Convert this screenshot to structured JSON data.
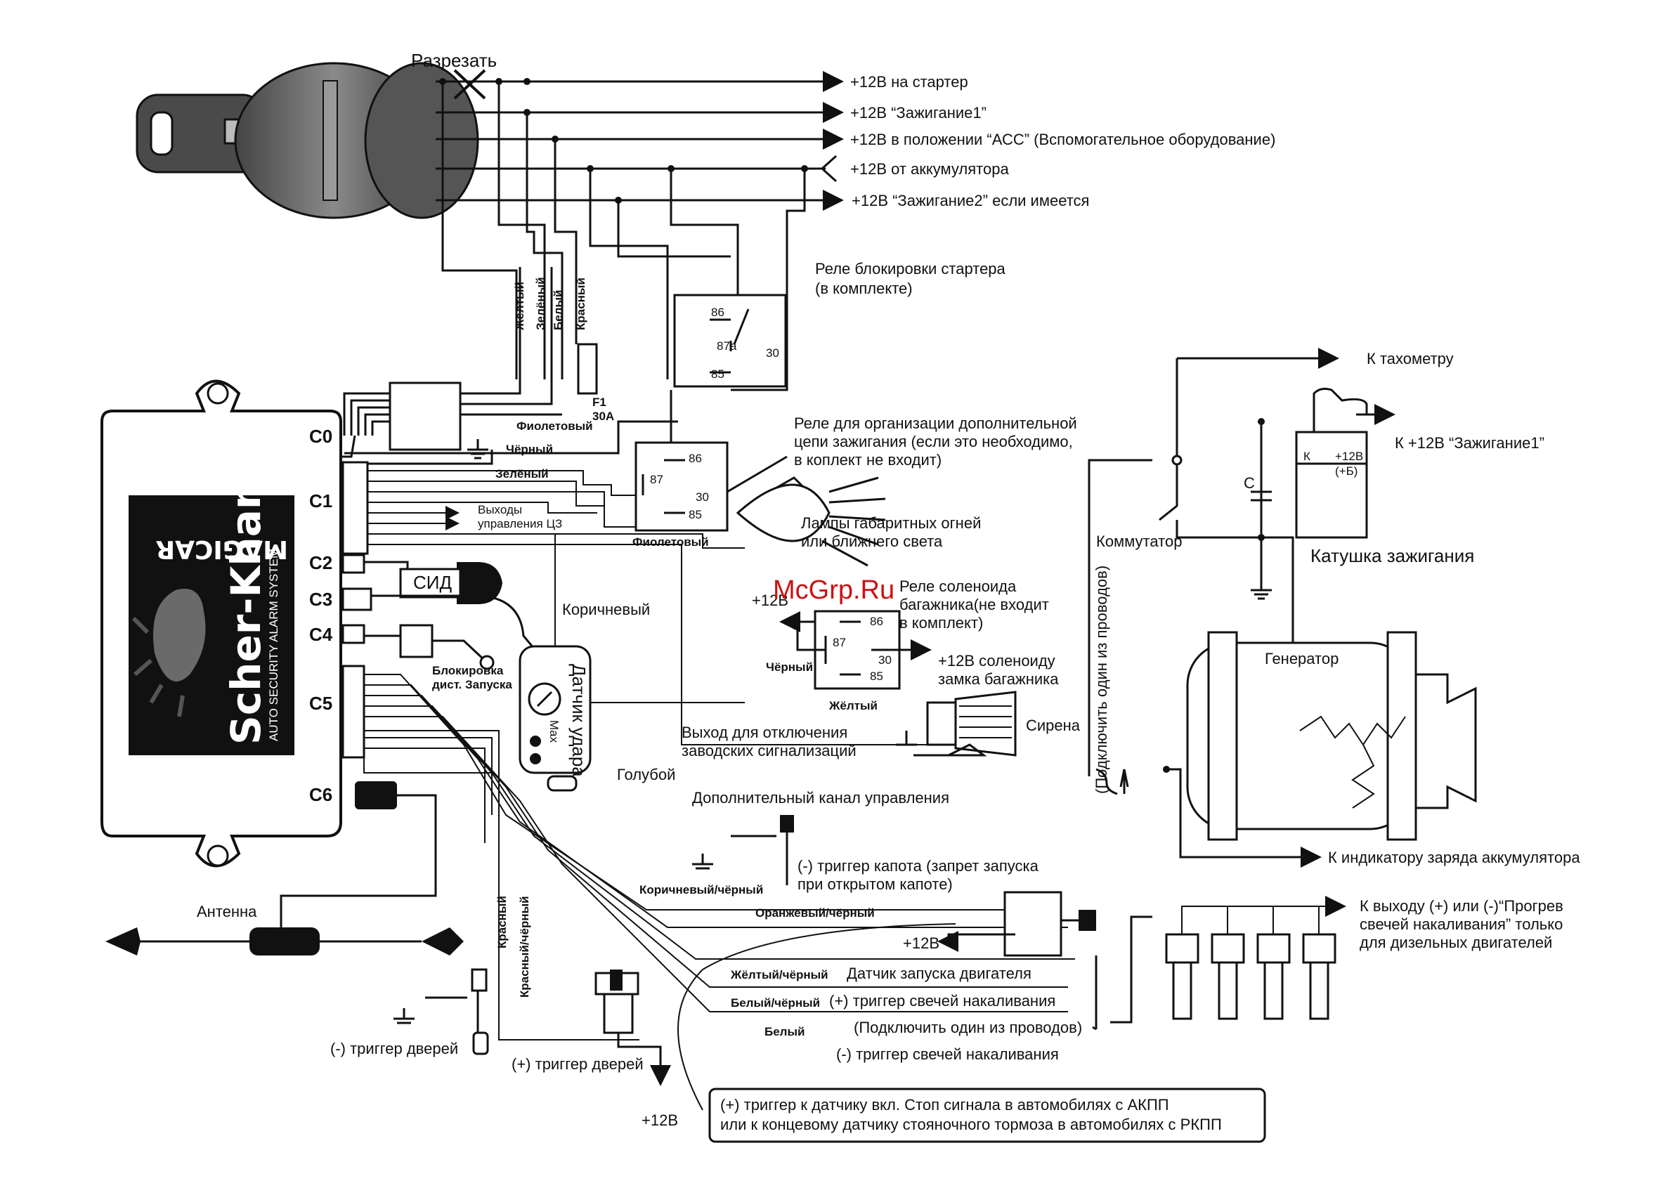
{
  "watermark": "McGrp.Ru",
  "top_outputs": {
    "cut": "Разрезать",
    "starter": "+12В на стартер",
    "ign1": "+12В “Зажигание1”",
    "acc": "+12В в положении “АСС” (Вспомогательное оборудование)",
    "battery": "+12В от аккумулятора",
    "ign2": "+12В “Зажигание2” если имеется"
  },
  "ignition_wires": {
    "yellow": "Жёлтый",
    "green": "Зелёный",
    "white": "Белый",
    "red": "Красный"
  },
  "fuse": {
    "name": "F1",
    "rating": "30A"
  },
  "starter_relay": {
    "title1": "Реле блокировки стартера",
    "title2": "(в комплекте)",
    "p86": "86",
    "p87a": "87a",
    "p30": "30",
    "p85": "85"
  },
  "ign_relay": {
    "title1": "Реле для организации дополнительной",
    "title2": "цепи зажигания (если это необходимо,",
    "title3": "в коплект не входит)",
    "p86": "86",
    "p87": "87",
    "p30": "30",
    "p85": "85"
  },
  "unit": {
    "brand": "Scher-Khan",
    "model": "MAGICAR",
    "tagline": "AUTO SECURITY ALARM SYSTEM",
    "c0": "C0",
    "c1": "C1",
    "c2": "C2",
    "c3": "C3",
    "c4": "C4",
    "c5": "C5",
    "c6": "C6"
  },
  "c0_wires": {
    "violet": "Фиолетовый",
    "black": "Чёрный"
  },
  "c1_wires": {
    "green": "Зелёный",
    "outputs1": "Выходы",
    "outputs2": "управления ЦЗ",
    "violet": "Фиолетовый"
  },
  "lamps": {
    "l1": "Лампы габаритных огней",
    "l2": "или ближнего света"
  },
  "led": "СИД",
  "block_remote": {
    "l1": "Блокировка",
    "l2": "дист. Запуска"
  },
  "shock_sensor": {
    "title": "Датчик удара",
    "max": "Max"
  },
  "brown_wire": "Коричневый",
  "factory_alarm": {
    "l1": "Выход для отключения",
    "l2": "заводских сигнализаций"
  },
  "blue_wire": "Голубой",
  "aux_channel": "Дополнительный канал управления",
  "trunk_relay": {
    "plus12": "+12В",
    "title1": "Реле соленоида",
    "title2": "багажника(не входит",
    "title3": "в комплект)",
    "p86": "86",
    "p87": "87",
    "p30": "30",
    "p85": "85",
    "black": "Чёрный",
    "out1": "+12В соленоиду",
    "out2": "замка багажника"
  },
  "siren": {
    "yellow": "Жёлтый",
    "label": "Сирена"
  },
  "tacho": "К тахометру",
  "coil": {
    "ign1": "К +12В “Зажигание1”",
    "k": "К",
    "plus": "+12В",
    "plusb": "(+Б)",
    "c": "С",
    "label": "Катушка зажигания",
    "commutator": "Коммутатор"
  },
  "connect_one": "(Подключить один из проводов)",
  "generator": {
    "label": "Генератор",
    "battery_ind": "К индикатору заряда аккумулятора"
  },
  "hood": {
    "wire": "Коричневый/чёрный",
    "l1": "(-) триггер капота (запрет запуска",
    "l2": "при открытом капоте)"
  },
  "engine_sensor": {
    "wire": "Оранжевый/чёрный",
    "plus12": "+12В"
  },
  "glow": {
    "yb_wire": "Жёлтый/чёрный",
    "start_sensor": "Датчик запуска двигателя",
    "wb_wire": "Белый/чёрный",
    "plus_trigger": "(+) триггер свечей накаливания",
    "connect": "(Подключить один из проводов)",
    "white_wire": "Белый",
    "minus_trigger": "(-) триггер свечей накаливания",
    "out1": "К выходу (+) или (-)“Прогрев",
    "out2": "свечей накаливания” только",
    "out3": "для дизельных двигателей"
  },
  "antenna": "Антенна",
  "doors": {
    "red": "Красный",
    "redblack": "Красный/чёрный",
    "minus": "(-) триггер дверей",
    "plus": "(+) триггер дверей",
    "plus12": "+12В"
  },
  "brake": {
    "l1": "(+) триггер к датчику вкл. Стоп сигнала в автомобилях с АКПП",
    "l2": "или к концевому датчику стояночного тормоза в автомобилях с РКПП"
  }
}
